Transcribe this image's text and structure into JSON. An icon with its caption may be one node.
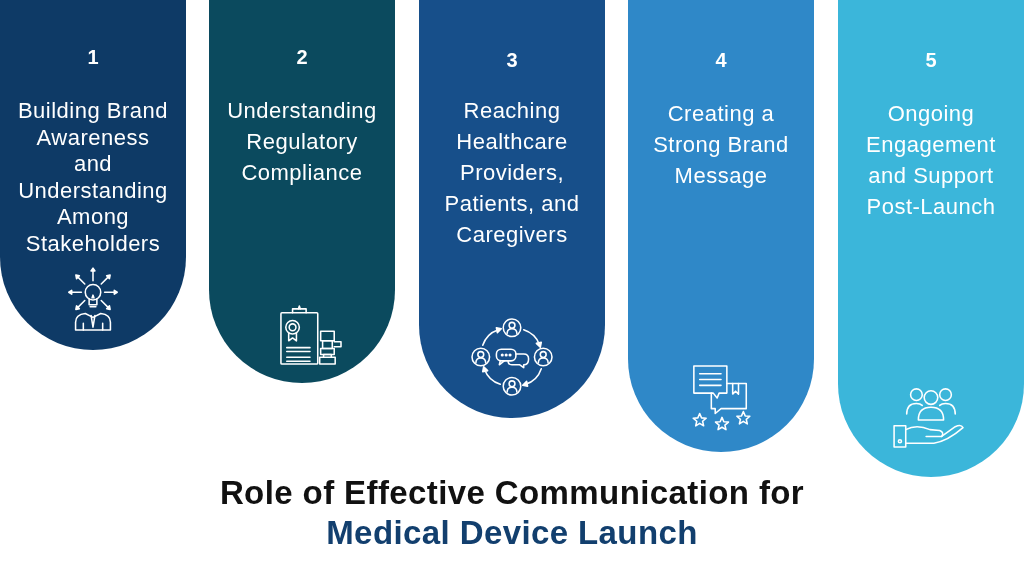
{
  "diagram": {
    "title": "Role of Effective Communication for",
    "nodes": [
      {
        "text": [
          "1",
          "Building Brand Awareness and Understanding Among Stakeholders"
        ]
      },
      {
        "text": [
          "2",
          "Understanding Regulatory Compliance"
        ]
      },
      {
        "text": [
          "3",
          "Reaching Healthcare Providers, Patients, and Caregivers"
        ]
      },
      {
        "text": [
          "4",
          "Creating a Strong Brand Message"
        ]
      },
      {
        "text": [
          "5",
          "Ongoing Engagement and Support Post-Launch"
        ]
      }
    ],
    "labels": [
      "Medical Device Launch"
    ]
  }
}
